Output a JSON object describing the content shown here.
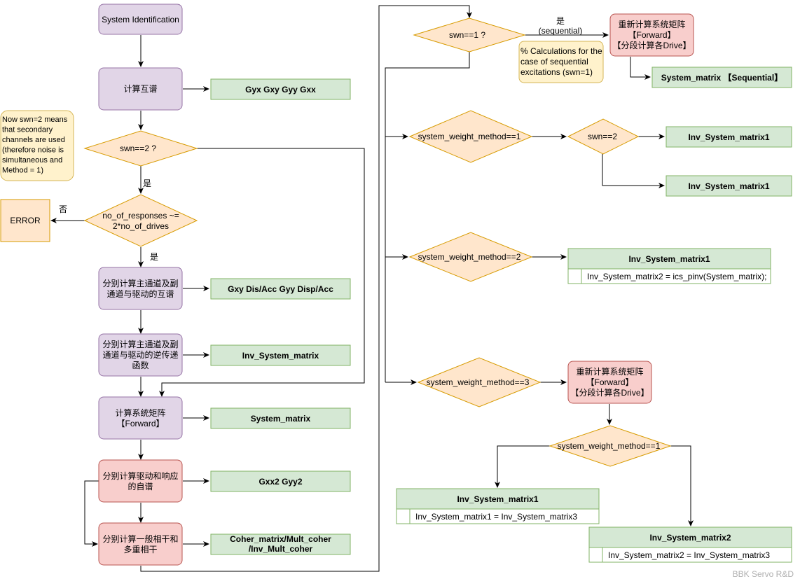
{
  "colors": {
    "purple_fill": "#e1d5e7",
    "purple_stroke": "#9673a6",
    "green_fill": "#d5e8d4",
    "green_stroke": "#82b366",
    "orange_fill": "#ffe6cc",
    "orange_stroke": "#d79b00",
    "red_fill": "#f8cecc",
    "red_stroke": "#b85450",
    "yellow_fill": "#fff2cc",
    "yellow_stroke": "#d6b656"
  },
  "nodes": {
    "system_identification": "System Identification",
    "compute_cross_spectra": "计算互谱",
    "gyx_gxy_gyy_gxx": "Gyx Gxy Gyy Gxx",
    "note_swn2": [
      "Now swn=2 means",
      "that secondary",
      "channels are used",
      "(therefore noise is",
      "simultaneous and",
      "Method = 1)"
    ],
    "swn_eq_2": "swn==2 ?",
    "error": "ERROR",
    "responses_check": [
      "no_of_responses ~=",
      "2*no_of_drives"
    ],
    "separate_cross": [
      "分别计算主通道及副",
      "通道与驱动的互谱"
    ],
    "gxy_dis_acc": "Gxy Dis/Acc Gyy Disp/Acc",
    "separate_inverse": [
      "分别计算主通道及副",
      "通道与驱动的逆传递",
      "函数"
    ],
    "inv_system_matrix": "Inv_System_matrix",
    "compute_system_matrix": [
      "计算系统矩阵",
      "【Forward】"
    ],
    "system_matrix": "System_matrix",
    "auto_spectra": [
      "分别计算驱动和响应",
      "的自谱"
    ],
    "gxx2_gyy2": "Gxx2 Gyy2",
    "coherence": [
      "分别计算一般相干和",
      "多重相干"
    ],
    "coher_matrix": [
      "Coher_matrix/Mult_coher",
      "/Inv_Mult_coher"
    ],
    "swn_eq_1": "swn==1 ?",
    "recompute_1": [
      "重新计算系统矩阵",
      "【Forward】",
      "【分段计算各Drive】"
    ],
    "note_sequential": [
      "% Calculations for the",
      "case of sequential",
      "excitations (swn=1)"
    ],
    "system_matrix_sequential": "System_matrix 【Sequential】",
    "weight_1": "system_weight_method==1",
    "swn_eq_2b": "swn==2",
    "inv_sm1_a": "Inv_System_matrix1",
    "inv_sm1_b": "Inv_System_matrix1",
    "weight_2": "system_weight_method==2",
    "inv_sm1_table_header": "Inv_System_matrix1",
    "inv_sm1_table_row": "Inv_System_matrix2 = ics_pinv(System_matrix);",
    "weight_3": "system_weight_method==3",
    "recompute_2": [
      "重新计算系统矩阵",
      "【Forward】",
      "【分段计算各Drive】"
    ],
    "weight_1b": "system_weight_method==1",
    "inv_sm1_c_header": "Inv_System_matrix1",
    "inv_sm1_c_row": "Inv_System_matrix1 = Inv_System_matrix3",
    "inv_sm2_header": "Inv_System_matrix2",
    "inv_sm2_row": "Inv_System_matrix2 = Inv_System_matrix3"
  },
  "edge_labels": {
    "yes_1": "是",
    "no": "否",
    "yes_2": "是",
    "yes_sequential": "是",
    "sequential": "(sequential)"
  },
  "watermark": "BBK Servo R&D"
}
